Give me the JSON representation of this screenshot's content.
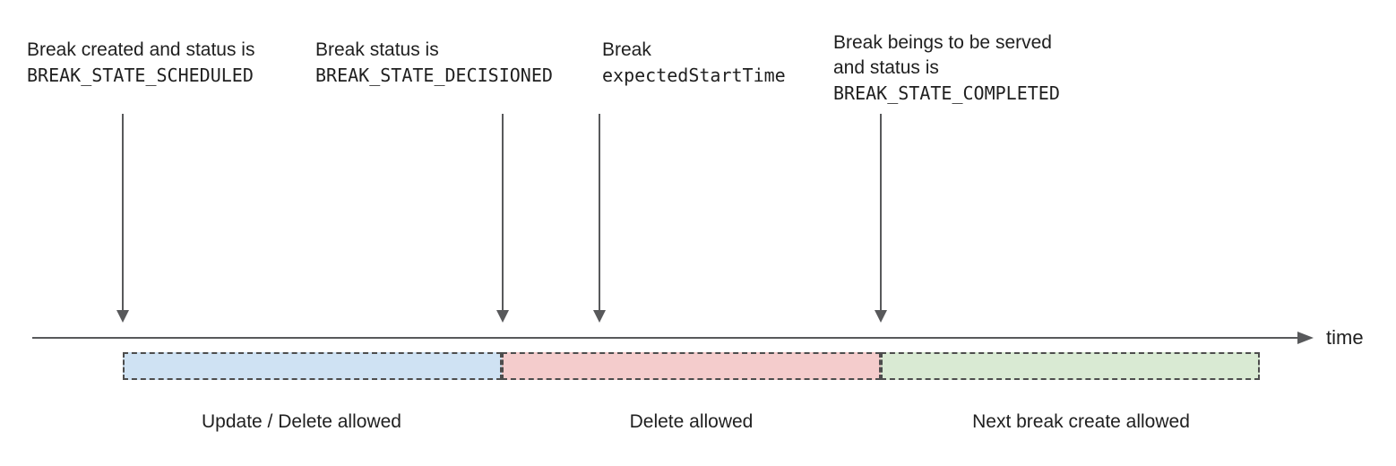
{
  "annotations": [
    {
      "lines": [
        {
          "text": "Break created and status is",
          "mono": false
        },
        {
          "text": "BREAK_STATE_SCHEDULED",
          "mono": true
        }
      ]
    },
    {
      "lines": [
        {
          "text": "Break status is",
          "mono": false
        },
        {
          "text": "BREAK_STATE_DECISIONED",
          "mono": true
        }
      ]
    },
    {
      "lines": [
        {
          "text": "Break",
          "mono": false
        },
        {
          "text": "expectedStartTime",
          "mono": true
        }
      ]
    },
    {
      "lines": [
        {
          "text": "Break beings to be served",
          "mono": false
        },
        {
          "text": "and status is",
          "mono": false
        },
        {
          "text": "BREAK_STATE_COMPLETED",
          "mono": true
        }
      ]
    }
  ],
  "timeline": {
    "axis_label": "time",
    "line_color": "#58595b"
  },
  "segments": [
    {
      "label": "Update / Delete allowed",
      "fill_color": "#cfe2f3",
      "border_color": "#4d4d4d"
    },
    {
      "label": "Delete allowed",
      "fill_color": "#f4cccc",
      "border_color": "#4d4d4d"
    },
    {
      "label": "Next break create allowed",
      "fill_color": "#d9ead3",
      "border_color": "#4d4d4d"
    }
  ]
}
